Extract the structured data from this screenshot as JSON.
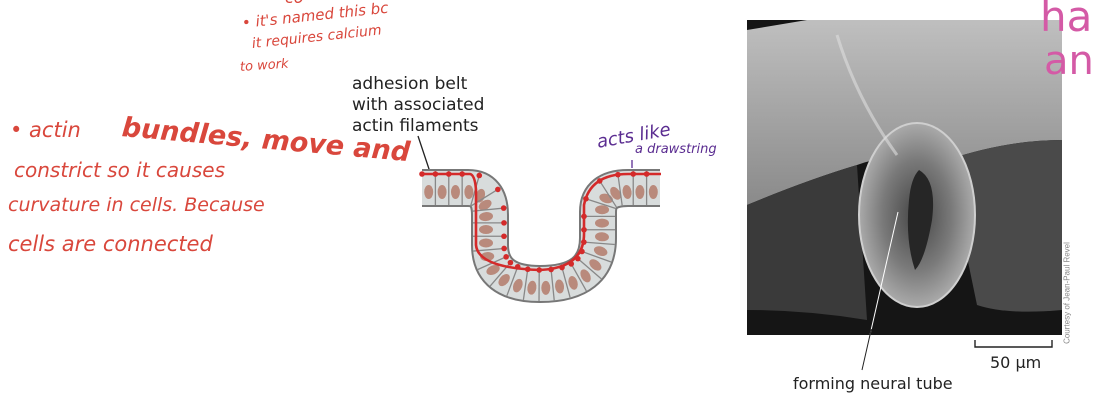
{
  "notes": {
    "top_fragment": "co",
    "calcium_note": [
      "• it's named this bc",
      "it requires calcium",
      "to work"
    ],
    "actin_note": {
      "line1_small": "• actin",
      "line1_bold": "bundles, move and",
      "line2": "constrict so it causes",
      "line3": "curvature in cells. Because",
      "line4": "cells are connected"
    },
    "drawstring_note": [
      "acts like",
      "a drawstring"
    ],
    "right_edge_note": [
      "ha",
      "an"
    ]
  },
  "figure": {
    "belt_label": [
      "adhesion belt",
      "with associated",
      "actin filaments"
    ],
    "photo_label": "forming neural tube",
    "scale_bar": "50 µm",
    "credit": "Courtesy of Jean-Paul Revel"
  },
  "colors": {
    "red_ink": "#d9473c",
    "purple_ink": "#5b2d91",
    "pink_ink": "#d45aa6",
    "belt": "#d42a2a",
    "cell_fill": "#d8dcdc",
    "nucleus": "#b98a7c"
  }
}
